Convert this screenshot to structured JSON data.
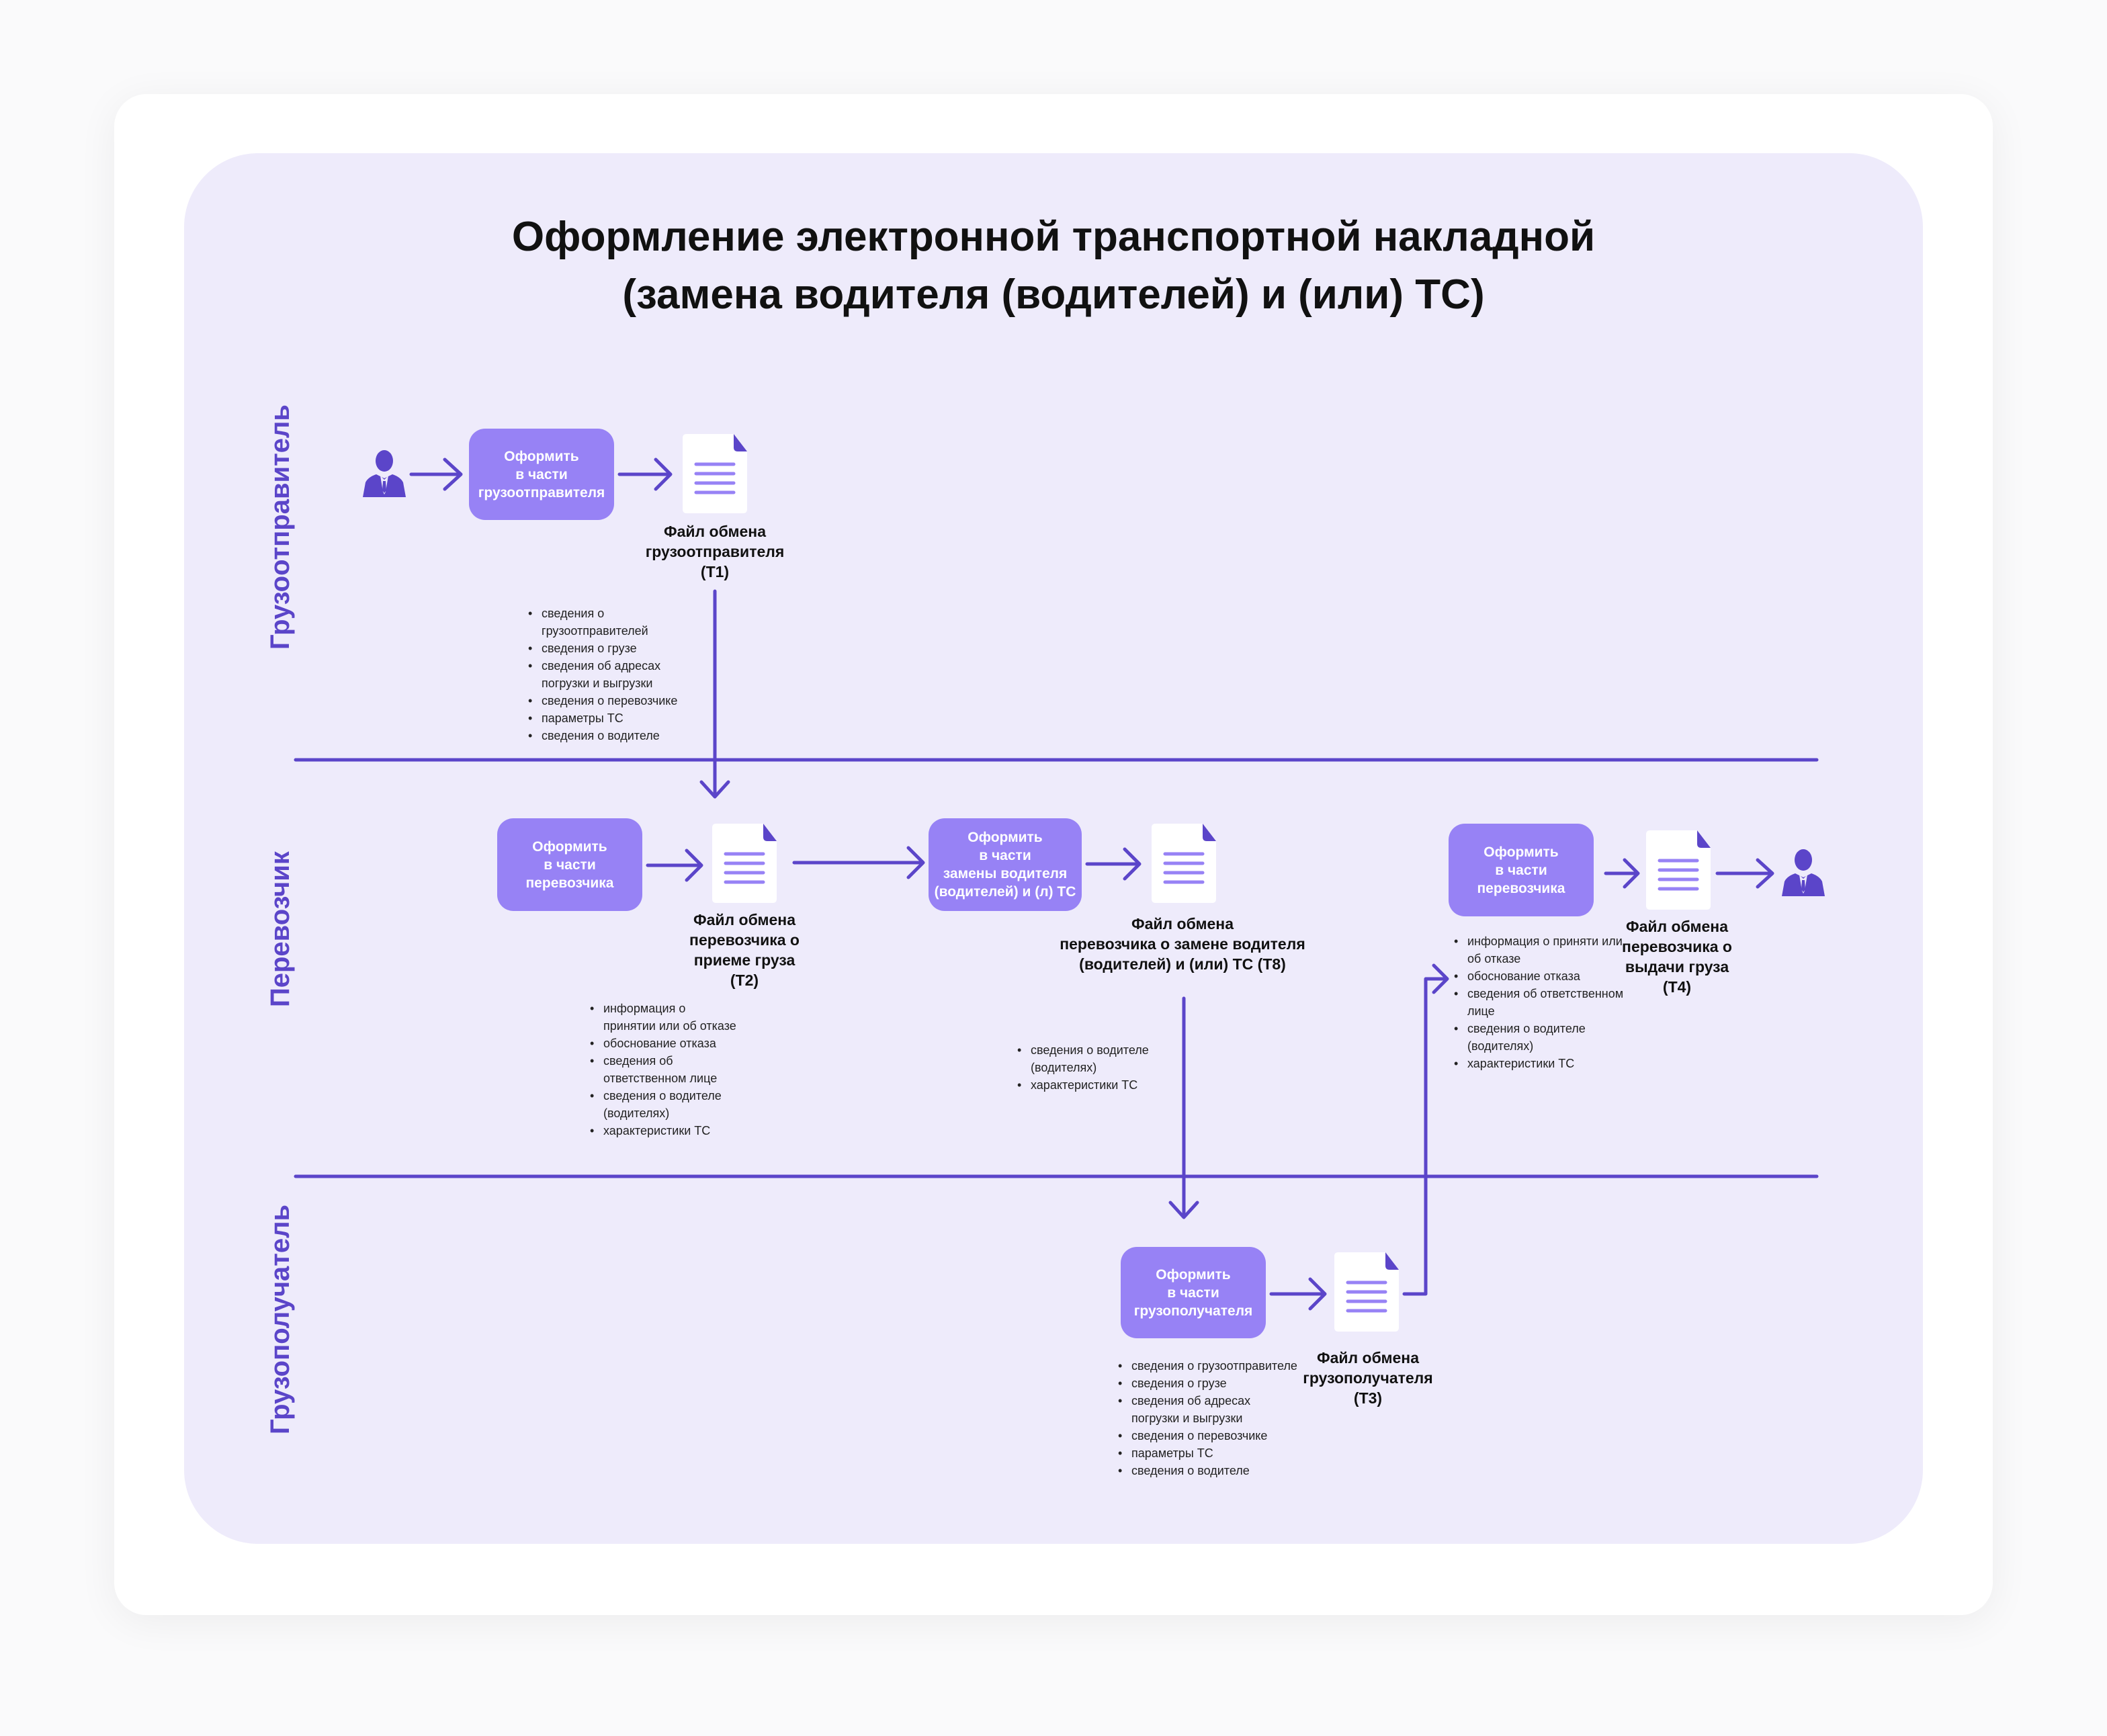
{
  "title": {
    "line1": "Оформление электронной транспортной накладной",
    "line2": "(замена водителя (водителей) и (или) ТС)"
  },
  "colors": {
    "accent": "#5b45c9",
    "box_fill": "#9782f5",
    "panel_bg": "#eeebfb",
    "doc_fill": "#ffffff"
  },
  "lanes": [
    {
      "label": "Грузоотправитель"
    },
    {
      "label": "Перевозчик"
    },
    {
      "label": "Грузополучатель"
    }
  ],
  "boxes": {
    "shipper": {
      "lines": [
        "Оформить",
        "в части",
        "грузоотправителя"
      ]
    },
    "carrier_accept": {
      "lines": [
        "Оформить",
        "в части",
        "перевозчика"
      ]
    },
    "carrier_replace": {
      "lines": [
        "Оформить",
        "в части",
        "замены водителя",
        "(водителей) и (л) ТС"
      ]
    },
    "consignee": {
      "lines": [
        "Оформить",
        "в части",
        "грузополучателя"
      ]
    },
    "carrier_issue": {
      "lines": [
        "Оформить",
        "в части",
        "перевозчика"
      ]
    }
  },
  "documents": {
    "t1": {
      "lines": [
        "Файл обмена",
        "грузоотправителя",
        "(Т1)"
      ],
      "icon": "document-icon"
    },
    "t2": {
      "lines": [
        "Файл обмена",
        "перевозчика о",
        "приеме груза",
        "(Т2)"
      ],
      "icon": "document-icon"
    },
    "t8": {
      "lines": [
        "Файл обмена",
        "перевозчика о замене водителя",
        "(водителей) и (или) ТС (Т8)"
      ],
      "icon": "document-icon"
    },
    "t3": {
      "lines": [
        "Файл обмена",
        "грузополучателя",
        "(Т3)"
      ],
      "icon": "document-icon"
    },
    "t4": {
      "lines": [
        "Файл обмена",
        "перевозчика о",
        "выдачи груза",
        "(Т4)"
      ],
      "icon": "document-icon"
    }
  },
  "bullet_lists": {
    "t1_contents": [
      "сведения о грузоотправителей",
      "сведения о грузе",
      "сведения об адресах погрузки и выгрузки",
      "сведения о перевозчике",
      "параметры ТС",
      "сведения о водителе"
    ],
    "t2_contents": [
      "информация о принятии или об отказе",
      "обоснование отказа",
      "сведения об ответственном лице",
      "сведения о водителе (водителях)",
      "характеристики ТС"
    ],
    "t8_contents": [
      "сведения о водителе (водителях)",
      "характеристики ТС"
    ],
    "t3_contents": [
      "сведения о грузоотправителе",
      "сведения о грузе",
      "сведения об адресах погрузки и выгрузки",
      "сведения о перевозчике",
      "параметры ТС",
      "сведения о водителе"
    ],
    "t4_contents": [
      "информация о приняти или об отказе",
      "обоснование отказа",
      "сведения об ответственном лице",
      "сведения о водителе (водителях)",
      "характеристики ТС"
    ]
  },
  "actors": {
    "start": {
      "icon": "person-icon"
    },
    "end": {
      "icon": "person-icon"
    }
  }
}
